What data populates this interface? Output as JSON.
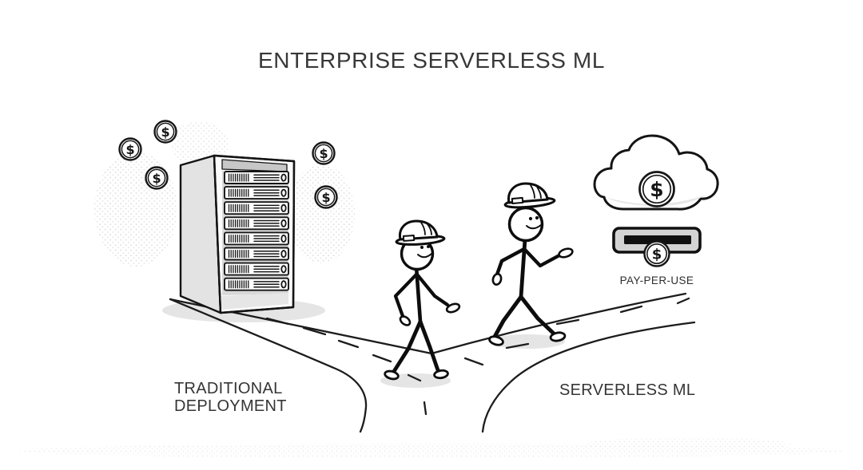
{
  "title": "ENTERPRISE SERVERLESS ML",
  "labels": {
    "traditional_line1": "TRADITIONAL",
    "traditional_line2": "DEPLOYMENT",
    "serverless": "SERVERLESS ML",
    "pay_per_use": "PAY-PER-USE"
  },
  "coins": {
    "symbol": "$",
    "floating_count": 5
  },
  "scene": {
    "left_path": {
      "label": "TRADITIONAL DEPLOYMENT",
      "icon": "server-rack-icon",
      "detail": "8-unit server rack with 5 floating dollar coins"
    },
    "right_path": {
      "label": "SERVERLESS ML",
      "icons": [
        "cloud-dollar-coin-icon",
        "coin-slot-icon"
      ],
      "caption": "PAY-PER-USE"
    },
    "center": {
      "icon": "construction-workers-walking-icon",
      "count": 2
    }
  },
  "colors": {
    "ink": "#1c1c1c",
    "text": "#383838",
    "shadow": "#e5e5e5",
    "rack_side": "#e3e3e3",
    "rack_top_band": "#c7c7c7",
    "rack_panel": "#d8d8d8",
    "slot_fill": "#d3d3d3",
    "halftone_dot": "#dcdcdc",
    "background": "#ffffff"
  }
}
